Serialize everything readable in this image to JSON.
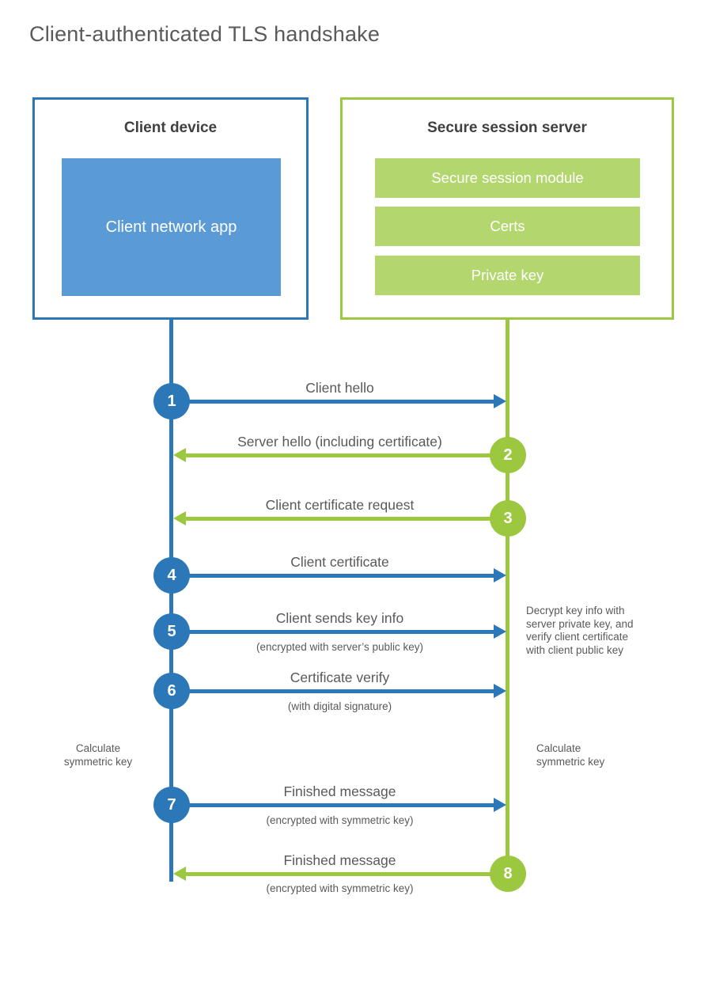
{
  "title": "Client-authenticated TLS handshake",
  "colors": {
    "blue_strong": "#2B77B8",
    "blue_light": "#5B9BD5",
    "green_strong": "#9BC83F",
    "green_light": "#B4D66E",
    "label_gray": "#58595B",
    "heading_dark": "#3F4042"
  },
  "client": {
    "title": "Client device",
    "module": "Client network app"
  },
  "server": {
    "title": "Secure session server",
    "modules": [
      "Secure session module",
      "Certs",
      "Private key"
    ]
  },
  "messages": [
    {
      "num": "1",
      "direction": "to-server",
      "label": "Client hello",
      "sub": ""
    },
    {
      "num": "2",
      "direction": "to-client",
      "label": "Server hello (including certificate)",
      "sub": ""
    },
    {
      "num": "3",
      "direction": "to-client",
      "label": "Client certificate request",
      "sub": ""
    },
    {
      "num": "4",
      "direction": "to-server",
      "label": "Client certificate",
      "sub": ""
    },
    {
      "num": "5",
      "direction": "to-server",
      "label": "Client sends key info",
      "sub": "(encrypted with server’s public key)"
    },
    {
      "num": "6",
      "direction": "to-server",
      "label": "Certificate verify",
      "sub": "(with digital signature)"
    },
    {
      "num": "7",
      "direction": "to-server",
      "label": "Finished message",
      "sub": "(encrypted with symmetric key)"
    },
    {
      "num": "8",
      "direction": "to-client",
      "label": "Finished message",
      "sub": "(encrypted with symmetric key)"
    }
  ],
  "annotations": {
    "decrypt_note": "Decrypt key info with\nserver private key, and\nverify client certificate\nwith client public key",
    "calc_left": "Calculate\nsymmetric key",
    "calc_right": "Calculate\nsymmetric key"
  }
}
